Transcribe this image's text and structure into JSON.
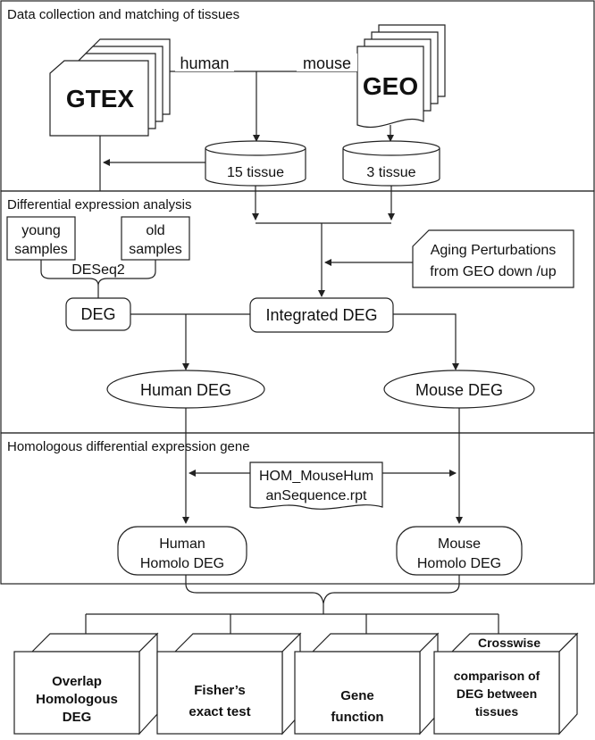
{
  "sections": {
    "data_collection": "Data collection and matching of tissues",
    "differential": "Differential expression analysis",
    "homologous": "Homologous differential expression gene"
  },
  "sources": {
    "gtex": "GTEX",
    "geo": "GEO",
    "human": "human",
    "mouse": "mouse",
    "tissue_15": "15 tissue",
    "tissue_3": "3 tissue"
  },
  "analysis": {
    "young_1": "young",
    "young_2": "samples",
    "old_1": "old",
    "old_2": "samples",
    "deseq2": "DESeq2",
    "deg": "DEG",
    "integrated": "Integrated DEG",
    "aging_1": "Aging Perturbations",
    "aging_2": "from GEO  down /up",
    "human_deg": "Human DEG",
    "mouse_deg": "Mouse DEG"
  },
  "homology": {
    "hom_1": "HOM_MouseHum",
    "hom_2": "anSequence.rpt",
    "human_homolo_1": "Human",
    "human_homolo_2": "Homolo DEG",
    "mouse_homolo_1": "Mouse",
    "mouse_homolo_2": "Homolo DEG"
  },
  "outputs": {
    "overlap": [
      "Overlap",
      "Homologous",
      "DEG"
    ],
    "fisher": [
      "Fisher’s",
      "exact test"
    ],
    "gene_function": [
      "Gene",
      "function"
    ],
    "crosswise_title": "Crosswise",
    "crosswise_body": [
      "comparison of",
      "DEG between",
      "tissues"
    ]
  }
}
